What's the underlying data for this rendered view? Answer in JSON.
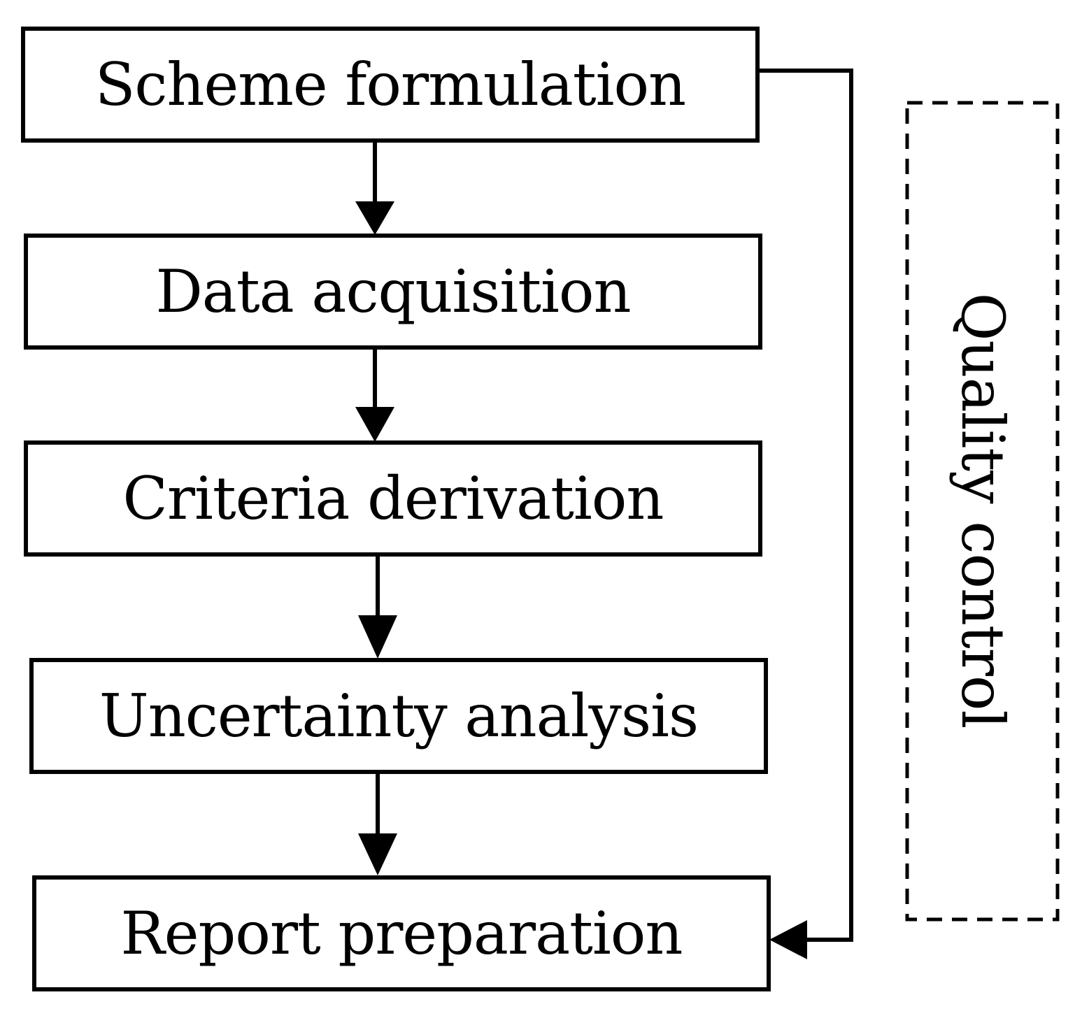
{
  "diagram": {
    "steps": [
      "Scheme formulation",
      "Data acquisition",
      "Criteria derivation",
      "Uncertainty analysis",
      "Report preparation"
    ],
    "side_label": "Quality control"
  }
}
